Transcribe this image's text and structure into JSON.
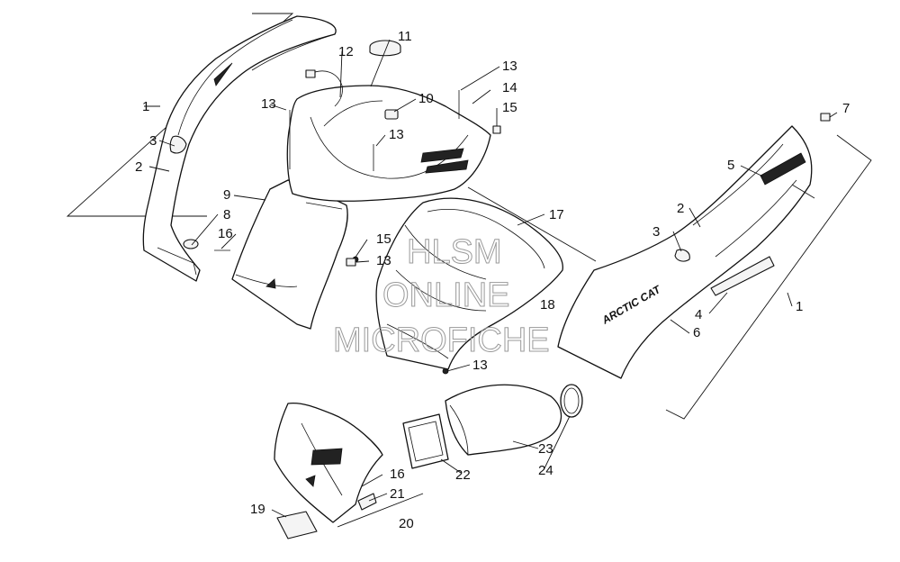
{
  "diagram": {
    "callouts": {
      "c1_left": "1",
      "c2_left": "2",
      "c3_left": "3",
      "c8": "8",
      "c9": "9",
      "c16_mid": "16",
      "c12": "12",
      "c13_top_left": "13",
      "c11": "11",
      "c10": "10",
      "c13_center": "13",
      "c13_top_right": "13",
      "c14": "14",
      "c15_top": "15",
      "c15_mid": "15",
      "c13_mid": "13",
      "c17": "17",
      "c18": "18",
      "c13_lower": "13",
      "c7": "7",
      "c5": "5",
      "c2_right": "2",
      "c3_right": "3",
      "c1_right": "1",
      "c4": "4",
      "c6": "6",
      "c22": "22",
      "c23": "23",
      "c24": "24",
      "c16_lower": "16",
      "c21": "21",
      "c19": "19",
      "c20": "20"
    },
    "brand_decal": "ARCTIC CAT",
    "watermark": [
      "HLSM",
      "ONLINE",
      "MICROFICHE"
    ]
  }
}
